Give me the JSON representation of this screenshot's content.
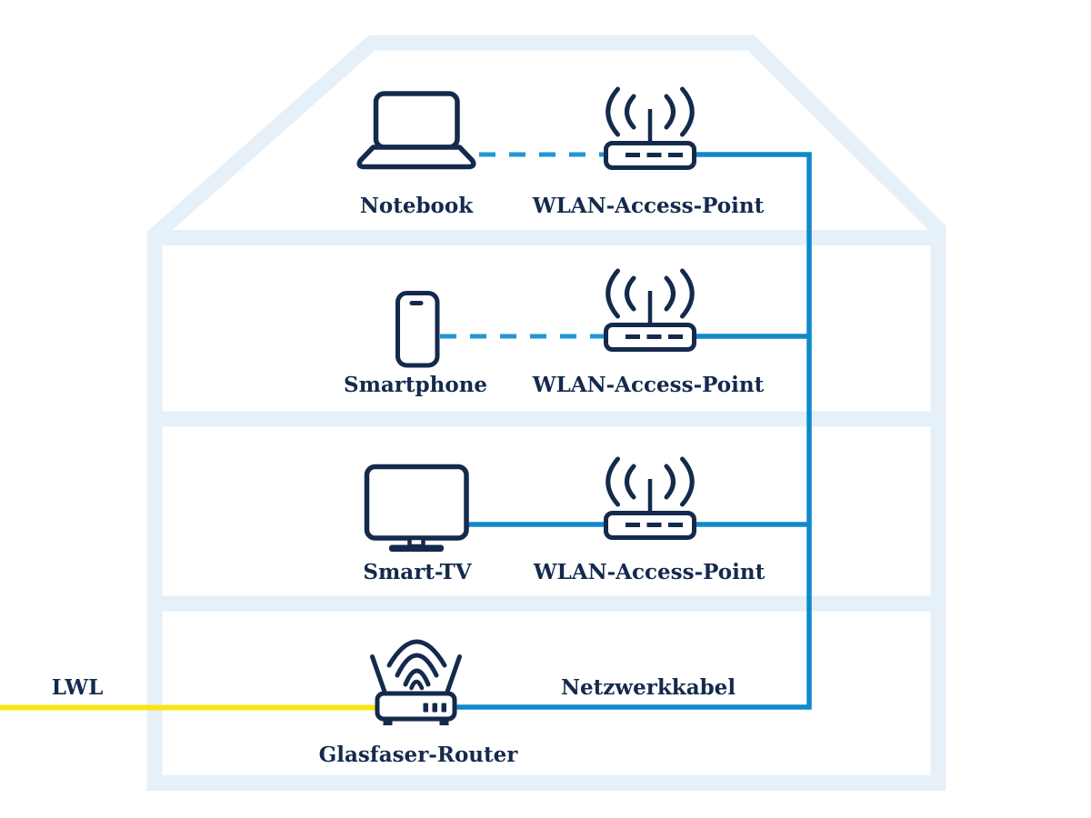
{
  "diagram": {
    "type": "home-fiber-network-diagram",
    "floors": [
      {
        "device": "Notebook",
        "ap": "WLAN-Access-Point",
        "link": "wlan-dashed"
      },
      {
        "device": "Smartphone",
        "ap": "WLAN-Access-Point",
        "link": "wlan-dashed"
      },
      {
        "device": "Smart-TV",
        "ap": "WLAN-Access-Point",
        "link": "network-cable"
      },
      {
        "device": "Glasfaser-Router",
        "uplink": "LWL",
        "cable": "Netzwerkkabel"
      }
    ],
    "colors": {
      "background": "#ffffff",
      "house_outline": "#e5f0f9",
      "icon_navy": "#142a4d",
      "cable_blue": "#0f89cb",
      "wlan_dashed_blue": "#2196d4",
      "fiber_yellow": "#fde513"
    }
  }
}
